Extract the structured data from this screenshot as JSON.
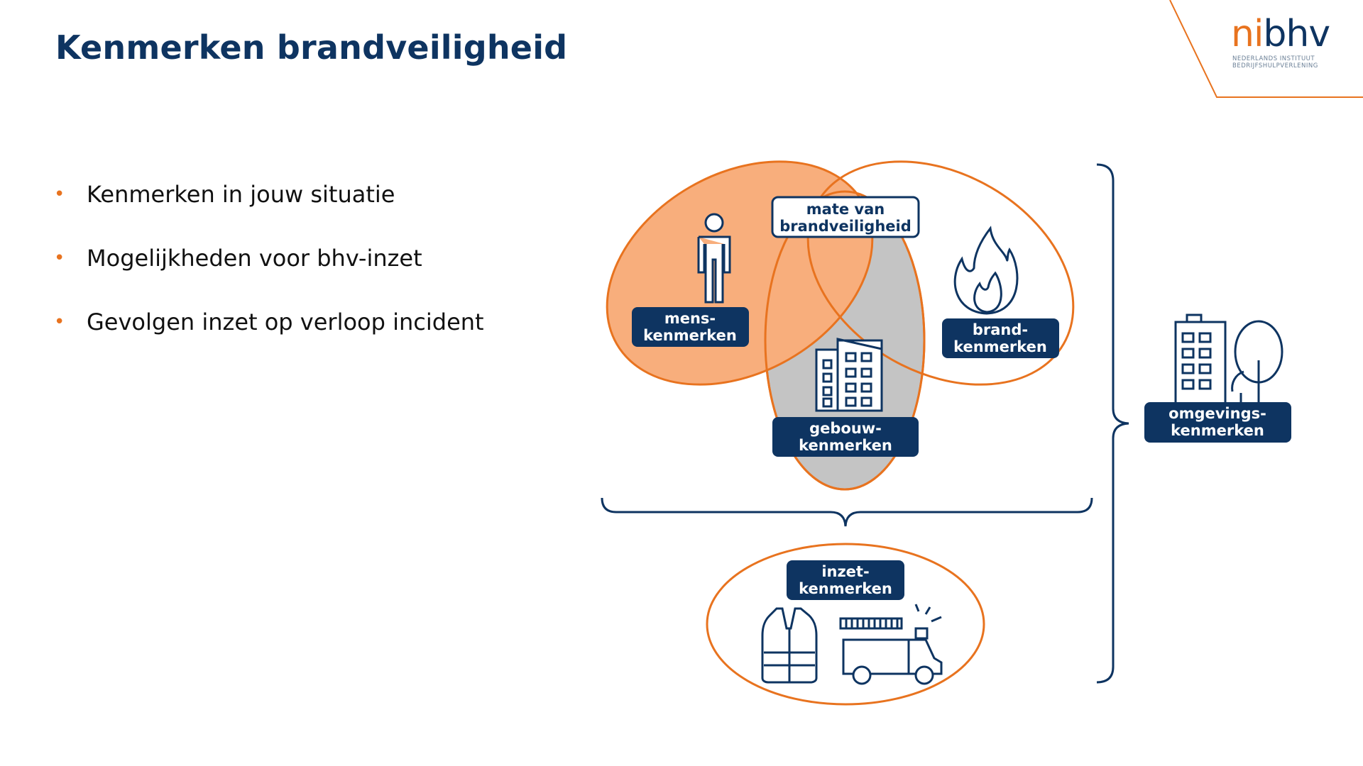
{
  "slide": {
    "title": "Kenmerken brandveiligheid",
    "bullets": [
      "Kenmerken in jouw situatie",
      "Mogelijkheden voor bhv-inzet",
      "Gevolgen inzet op verloop incident"
    ]
  },
  "logo": {
    "ni": "ni",
    "bhv": "bhv",
    "line1": "NEDERLANDS INSTITUUT",
    "line2": "BEDRIJFSHULPVERLENING"
  },
  "diagram": {
    "center_label": [
      "mate van",
      "brandveiligheid"
    ],
    "mens": [
      "mens-",
      "kenmerken"
    ],
    "brand": [
      "brand-",
      "kenmerken"
    ],
    "gebouw": [
      "gebouw-",
      "kenmerken"
    ],
    "omgeving": [
      "omgevings-",
      "kenmerken"
    ],
    "inzet": [
      "inzet-",
      "kenmerken"
    ]
  },
  "colors": {
    "navy": "#0e3461",
    "orange": "#e8731f",
    "orange_fill": "#f8ae7c",
    "gray_fill": "#c4c4c4"
  }
}
